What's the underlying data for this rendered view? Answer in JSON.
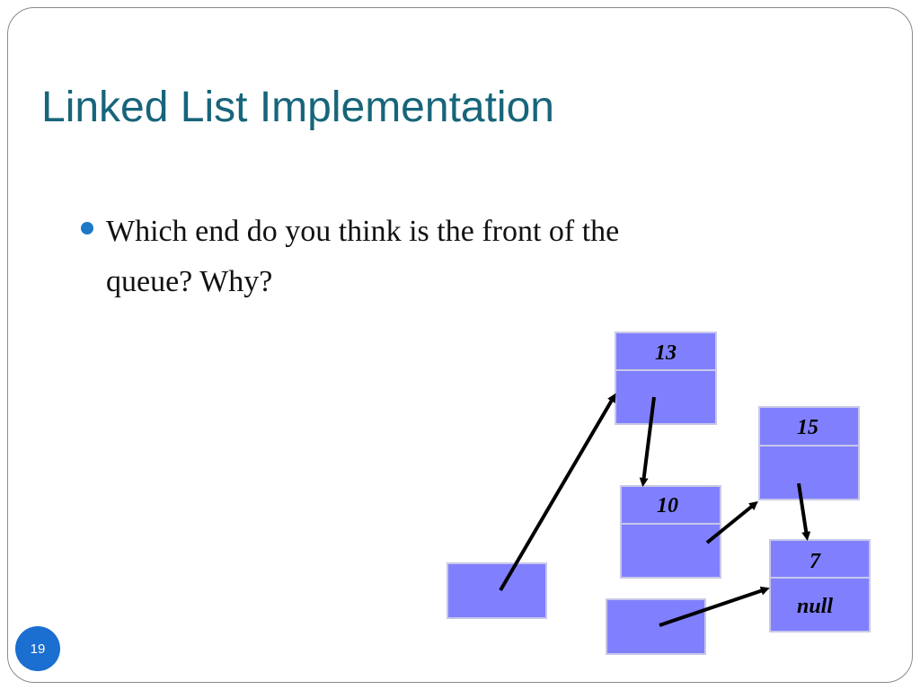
{
  "slide": {
    "title": "Linked List Implementation",
    "bullets": [
      {
        "text": "Which end do you think is the front of the queue?  Why?"
      }
    ],
    "page_number": "19"
  },
  "diagram": {
    "nodes": [
      {
        "id": "n13",
        "value": "13",
        "next": ""
      },
      {
        "id": "n10",
        "value": "10",
        "next": ""
      },
      {
        "id": "n15",
        "value": "15",
        "next": ""
      },
      {
        "id": "n7",
        "value": "7",
        "next": "null"
      }
    ],
    "pointers": [
      {
        "id": "ptr-a",
        "value": ""
      },
      {
        "id": "ptr-b",
        "value": ""
      }
    ],
    "colors": {
      "node_fill": "#8080ff",
      "node_border": "#c8c8e8",
      "arrow": "#000000"
    }
  }
}
